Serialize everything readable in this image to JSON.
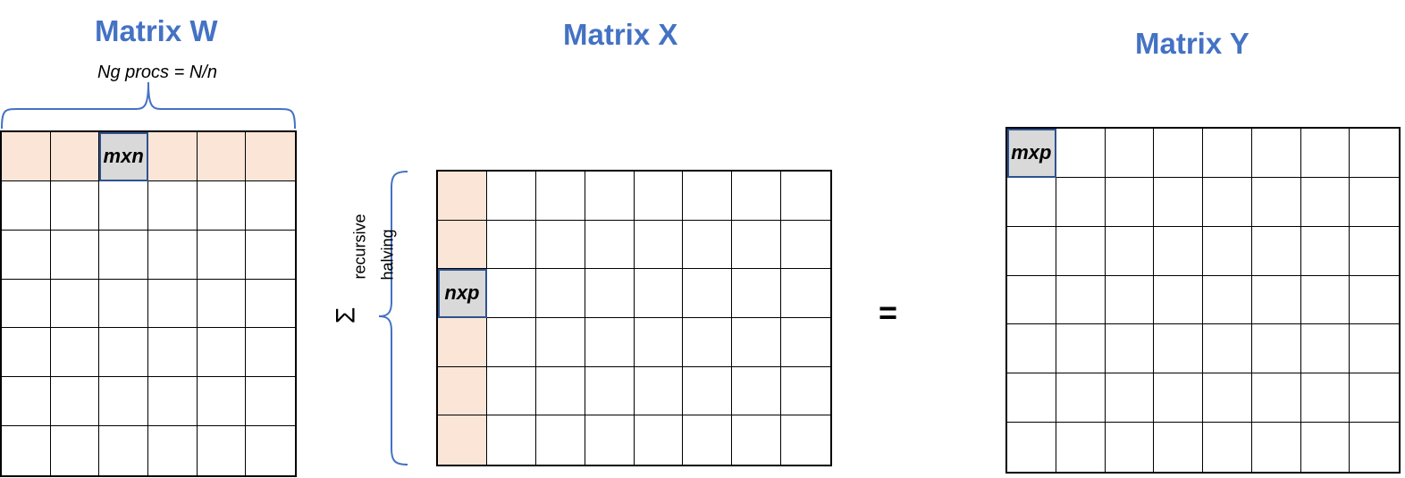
{
  "titles": {
    "w": "Matrix W",
    "x": "Matrix X",
    "y": "Matrix Y"
  },
  "annotations": {
    "ng_procs": "Ng procs = N/n",
    "recursive": "recursive",
    "halving": "halving",
    "sigma": "Σ",
    "equals": "="
  },
  "matrix_w": {
    "rows": 7,
    "cols": 6,
    "shaded_row": 0,
    "picked_cell": {
      "row": 0,
      "col": 2,
      "label": "mxn"
    }
  },
  "matrix_x": {
    "rows": 6,
    "cols": 8,
    "shaded_col": 0,
    "picked_cell": {
      "row": 2,
      "col": 0,
      "label": "nxp"
    }
  },
  "matrix_y": {
    "rows": 7,
    "cols": 8,
    "picked_cell": {
      "row": 0,
      "col": 0,
      "label": "mxp"
    }
  },
  "colors": {
    "title": "#4472c4",
    "shade": "#fbe5d6",
    "picked": "#d9d9d9",
    "brace": "#4472c4"
  }
}
